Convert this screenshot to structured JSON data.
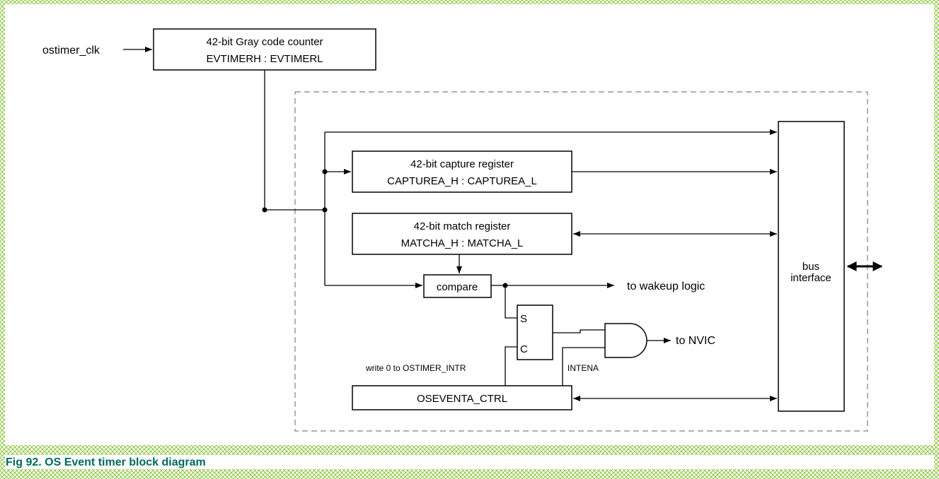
{
  "colors": {
    "border_pattern": "#8cc63f",
    "caption_text": "#006a5f",
    "dashed_region": "#808080",
    "lines": "#000000"
  },
  "inputs": {
    "clock_label": "ostimer_clk"
  },
  "counter": {
    "line1": "42-bit Gray code counter",
    "line2": "EVTIMERH : EVTIMERL"
  },
  "capture": {
    "line1": "42-bit capture register",
    "line2": "CAPTUREA_H : CAPTUREA_L"
  },
  "match": {
    "line1": "42-bit match register",
    "line2": "MATCHA_H : MATCHA_L"
  },
  "compare": {
    "label": "compare"
  },
  "flipflop": {
    "set_label": "S",
    "clear_label": "C"
  },
  "ctrl": {
    "label": "OSEVENTA_CTRL"
  },
  "bus": {
    "line1": "bus",
    "line2": "interface"
  },
  "outputs": {
    "wakeup_label": "to wakeup logic",
    "nvic_label": "to NVIC",
    "intena_label": "INTENA",
    "write0_label": "write 0 to OSTIMER_INTR"
  },
  "figure": {
    "caption": "Fig 92.   OS Event timer block diagram"
  }
}
